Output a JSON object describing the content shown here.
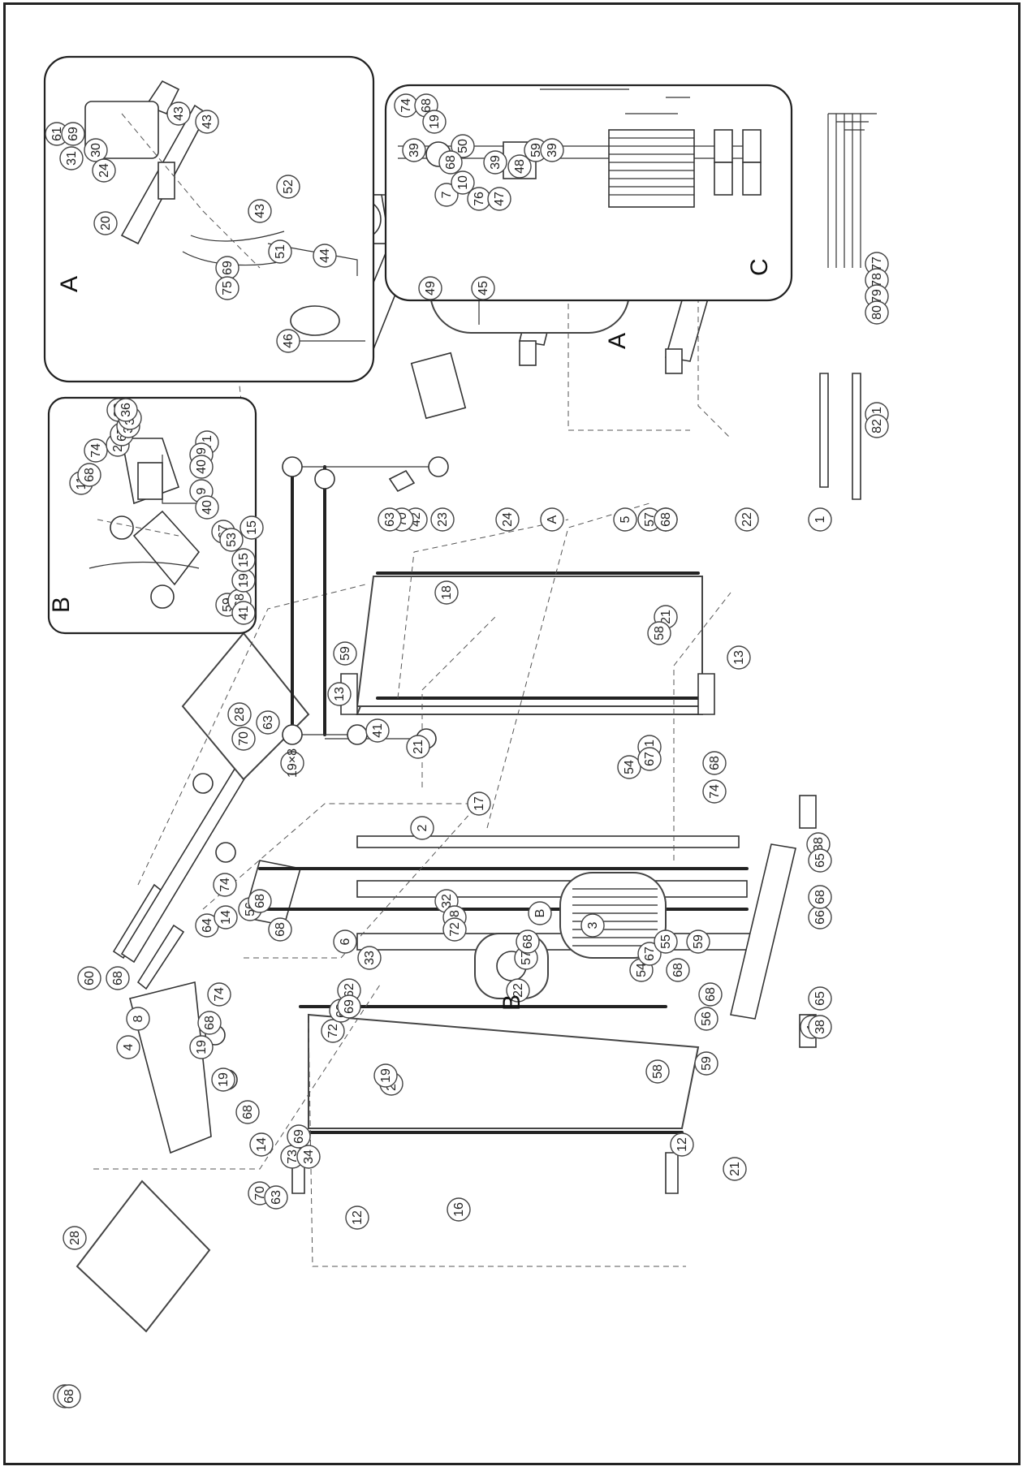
{
  "insets": [
    {
      "id": "A",
      "letter": "A"
    },
    {
      "id": "B",
      "letter": "B"
    },
    {
      "id": "C",
      "letter": "C"
    }
  ],
  "labels": {
    "main": [
      "60",
      "68",
      "8",
      "4",
      "60",
      "68",
      "64",
      "14",
      "56",
      "68",
      "63",
      "70",
      "28",
      "74",
      "14",
      "28",
      "19",
      "68",
      "74",
      "19",
      "68",
      "70",
      "63",
      "73",
      "69",
      "34",
      "72",
      "68",
      "68",
      "6",
      "62",
      "69",
      "29",
      "19",
      "2",
      "32",
      "68",
      "72",
      "17",
      "18",
      "21",
      "13",
      "59",
      "58",
      "13",
      "21",
      "21",
      "21",
      "12",
      "12",
      "16",
      "59",
      "58",
      "33",
      "22",
      "57",
      "68",
      "B",
      "3",
      "54",
      "67",
      "54",
      "67",
      "55",
      "59",
      "68",
      "68",
      "56",
      "1",
      "38",
      "65",
      "66",
      "68",
      "38",
      "65",
      "68",
      "74",
      "23",
      "42",
      "70",
      "63",
      "24",
      "A",
      "25",
      "22",
      "1",
      "5",
      "27",
      "57",
      "68"
    ],
    "inset_a": [
      "61",
      "69",
      "31",
      "30",
      "24",
      "20",
      "43",
      "43",
      "43",
      "52",
      "69",
      "75",
      "51",
      "44",
      "46"
    ],
    "inset_b": [
      "11",
      "68",
      "74",
      "26",
      "67",
      "37",
      "36",
      "35",
      "36",
      "71",
      "19",
      "40",
      "9",
      "40",
      "67",
      "53",
      "59",
      "68",
      "19",
      "15",
      "41"
    ],
    "inset_c": [
      "74",
      "68",
      "19",
      "45",
      "49",
      "7",
      "39",
      "50",
      "39",
      "68",
      "10",
      "76",
      "47",
      "48",
      "59",
      "39"
    ],
    "cable": [
      "15",
      "19×8",
      "41"
    ],
    "tools": [
      "81",
      "82",
      "77",
      "78",
      "79",
      "80"
    ]
  }
}
